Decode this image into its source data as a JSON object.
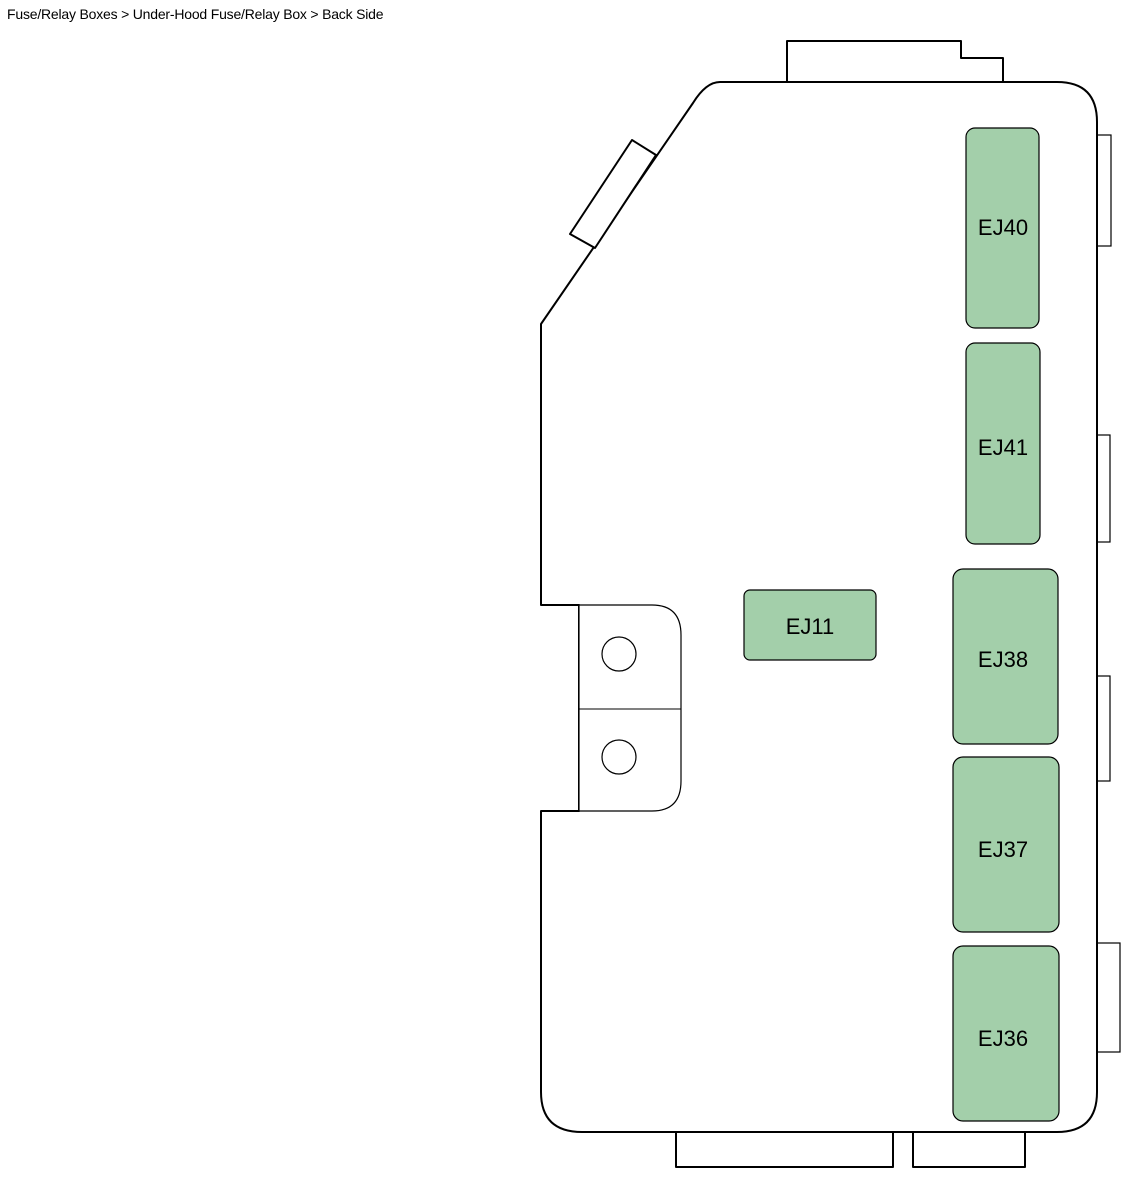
{
  "breadcrumb": "Fuse/Relay Boxes > Under-Hood Fuse/Relay Box > Back Side",
  "colors": {
    "fuse_fill": "#a3cfaa",
    "outline": "#000000",
    "background": "#ffffff"
  },
  "fuses": {
    "ej40": "EJ40",
    "ej41": "EJ41",
    "ej11": "EJ11",
    "ej38": "EJ38",
    "ej37": "EJ37",
    "ej36": "EJ36"
  }
}
